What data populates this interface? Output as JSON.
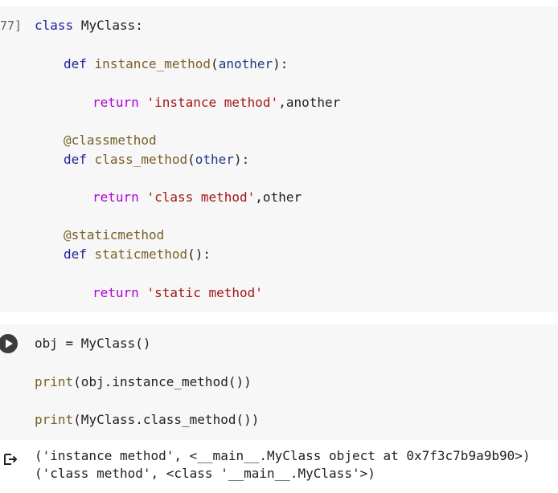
{
  "cell1": {
    "execution_count": "77]",
    "lines": {
      "l1_kw": "class",
      "l1_name": "MyClass:",
      "l2_def": "def",
      "l2_fn": "instance_method",
      "l2_open": "(",
      "l2_param": "another",
      "l2_close": "):",
      "l3_ret": "return",
      "l3_str": "'instance method'",
      "l3_rest": ",another",
      "l4_deco": "@classmethod",
      "l5_def": "def",
      "l5_fn": "class_method",
      "l5_open": "(",
      "l5_param": "other",
      "l5_close": "):",
      "l6_ret": "return",
      "l6_str": "'class method'",
      "l6_rest": ",other",
      "l7_deco": "@staticmethod",
      "l8_def": "def",
      "l8_fn": "staticmethod",
      "l8_close": "():",
      "l9_ret": "return",
      "l9_str": "'static method'"
    }
  },
  "cell2": {
    "lines": {
      "l1": "obj = MyClass()",
      "l2_print": "print",
      "l2_rest": "(obj.instance_method())",
      "l3_print": "print",
      "l3_rest": "(MyClass.class_method())"
    }
  },
  "output": {
    "line1": "('instance method', <__main__.MyClass object at 0x7f3c7b9a9b90>)",
    "line2": "('class method', <class '__main__.MyClass'>)"
  },
  "icons": {
    "run": "play-icon",
    "output": "output-arrow-icon"
  }
}
